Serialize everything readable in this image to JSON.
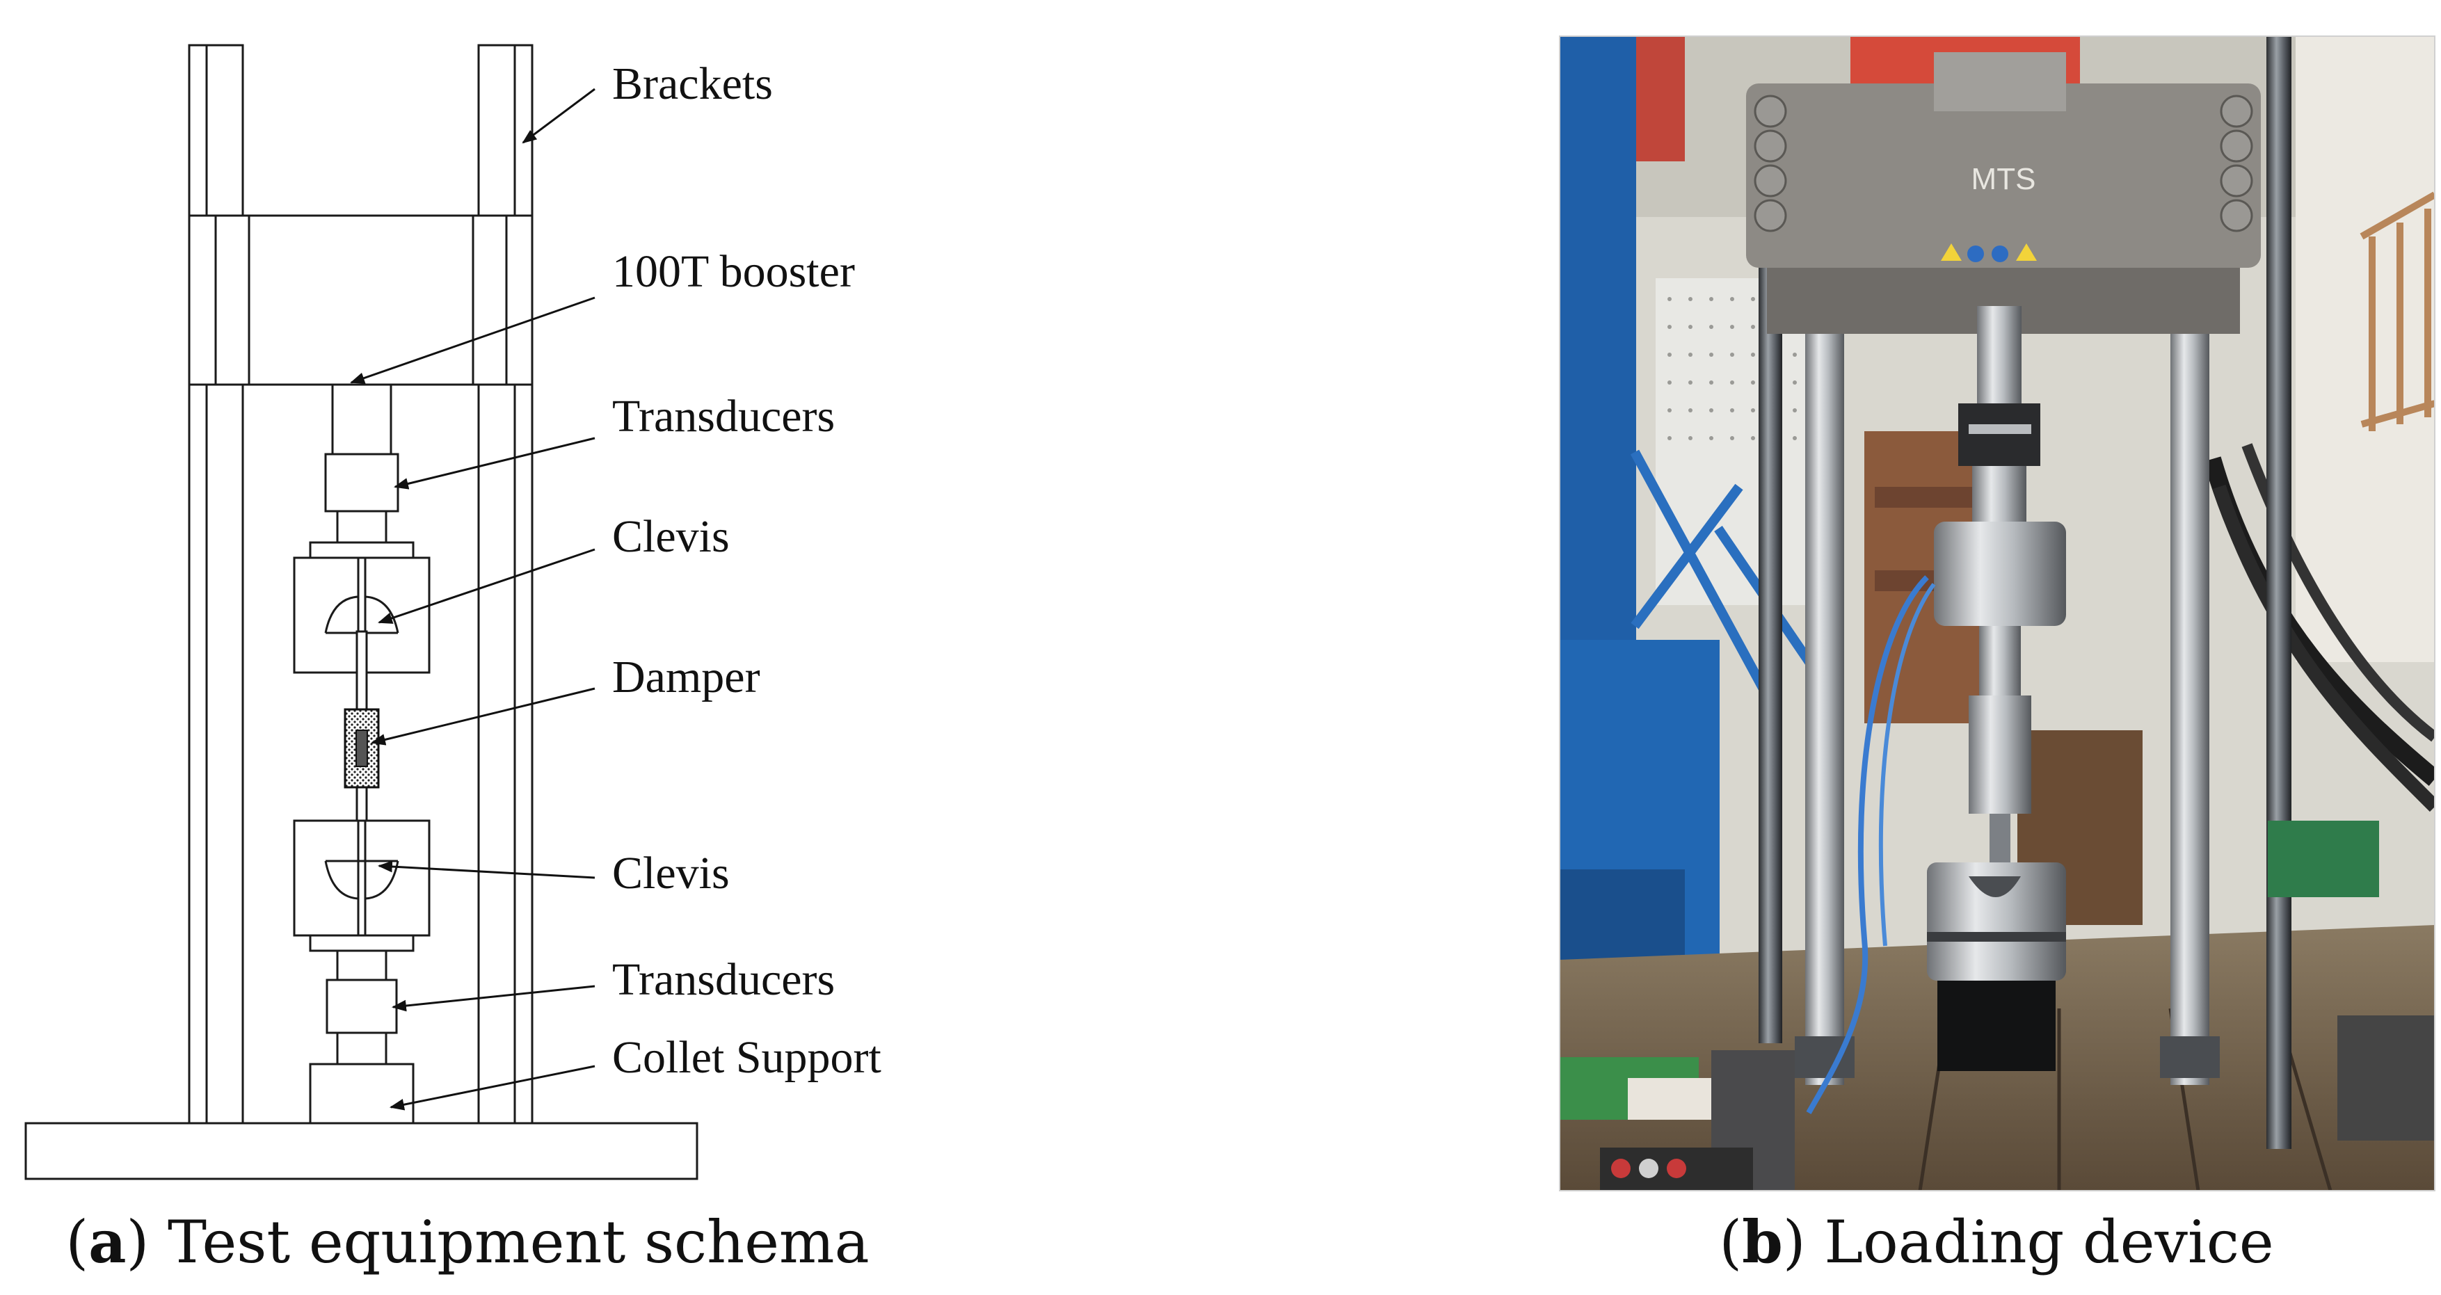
{
  "panel_a": {
    "labels": {
      "brackets": "Brackets",
      "booster": "100T booster",
      "transducers_top": "Transducers",
      "clevis_top": "Clevis",
      "damper": "Damper",
      "clevis_bottom": "Clevis",
      "transducers_bottom": "Transducers",
      "collet_support": "Collet Support"
    },
    "caption": {
      "letter": "a",
      "text": "Test equipment schema"
    }
  },
  "panel_b": {
    "photo_text": {
      "logo": "MTS"
    },
    "caption": {
      "letter": "b",
      "text": "Loading device"
    }
  },
  "colors": {
    "line": "#1a1a1a",
    "frame_blue": "#1f5fa8",
    "machine_grey": "#8d8a85",
    "floor": "#6b5a45"
  }
}
